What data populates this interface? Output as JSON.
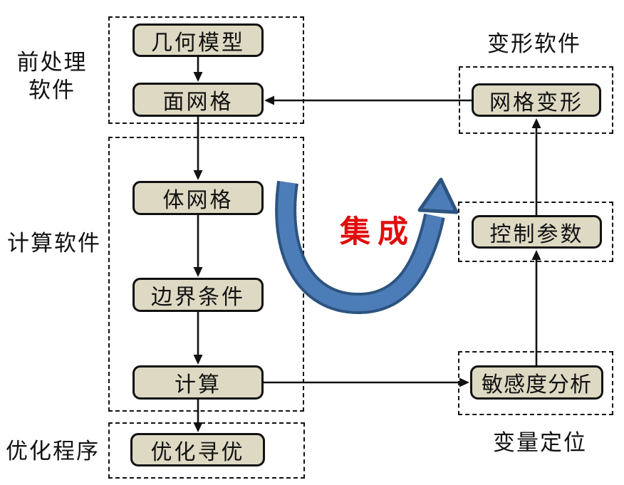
{
  "nodes": {
    "geometry_model": "几何模型",
    "surface_mesh": "面网格",
    "volume_mesh": "体网格",
    "boundary_conditions": "边界条件",
    "compute": "计算",
    "optimization_search": "优化寻优",
    "mesh_deformation": "网格变形",
    "control_parameters": "控制参数",
    "sensitivity_analysis": "敏感度分析"
  },
  "side_labels": {
    "preprocess_software": "前处理\n软件",
    "compute_software": "计算软件",
    "optimization_program": "优化程序",
    "deformation_software": "变形软件",
    "variable_location": "变量定位"
  },
  "center_label": {
    "integration": "集成"
  },
  "edges": [
    {
      "from": "geometry_model",
      "to": "surface_mesh"
    },
    {
      "from": "surface_mesh",
      "to": "volume_mesh"
    },
    {
      "from": "volume_mesh",
      "to": "boundary_conditions"
    },
    {
      "from": "boundary_conditions",
      "to": "compute"
    },
    {
      "from": "compute",
      "to": "optimization_search"
    },
    {
      "from": "compute",
      "to": "sensitivity_analysis"
    },
    {
      "from": "sensitivity_analysis",
      "to": "control_parameters"
    },
    {
      "from": "control_parameters",
      "to": "mesh_deformation"
    },
    {
      "from": "mesh_deformation",
      "to": "surface_mesh"
    }
  ],
  "colors": {
    "background": "#ffffff",
    "node_fill": "#ddd9c3",
    "node_border": "#111111",
    "arrow": "#111111",
    "integration_text": "#e00d0d",
    "curve_arrow_fill": "#4d7db8",
    "curve_arrow_border": "#2d5480"
  }
}
